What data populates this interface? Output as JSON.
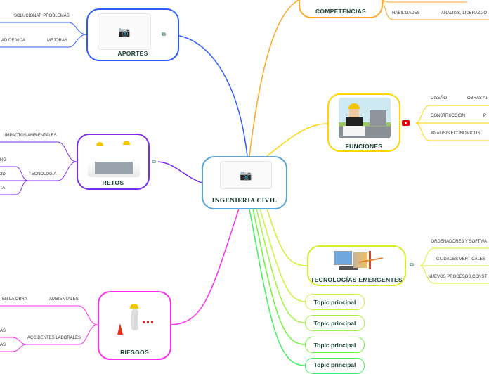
{
  "center": {
    "label": "INGENIERIA CIVIL",
    "image_icon": "camera-icon"
  },
  "colors": {
    "aportes": "#2f5cff",
    "retos": "#7a2cf0",
    "riesgos": "#ff2cf0",
    "competencias": "#ffa726",
    "funciones": "#ffd400",
    "tecnologias": "#d6ee2a",
    "topic1": "#c8f53a",
    "topic2": "#9cf53a",
    "topic3": "#6df53a",
    "topic4": "#3af55a"
  },
  "nodes": {
    "aportes": {
      "label": "APORTES",
      "children": [
        "SOLUCIONAR PROBLEMAS",
        "MEJORAS"
      ],
      "grandchildren": [
        "AD DE VIDA"
      ]
    },
    "retos": {
      "label": "RETOS",
      "children": [
        "IMPACTOS AMBIENTALES",
        "TECNOLOGIA"
      ],
      "grandchildren": [
        "NG",
        "3D",
        "TA"
      ]
    },
    "riesgos": {
      "label": "RIESGOS",
      "children": [
        "AMBIENTALES",
        "ACCIDENTES LABORALES"
      ],
      "grandchildren": [
        "EN LA OBRA",
        "AS",
        "AS"
      ]
    },
    "competencias": {
      "label": "COMPETENCIAS",
      "children": [
        "HABILIDADES"
      ],
      "grandchildren": [
        "ANALISIS, LIDERAZGO"
      ]
    },
    "funciones": {
      "label": "FUNCIONES",
      "children": [
        "DISEÑO",
        "CONSTRUCCION",
        "ANALISIS ECONOMICOS"
      ],
      "grandchildren": [
        "OBRAS AI",
        "P"
      ]
    },
    "tecnologias": {
      "label": "TECNOLOGÍAS EMERGENTES",
      "children": [
        "ORDENADORES Y SOFTWA",
        "CIUDADES VERTICALES",
        "NUEVOS PROCESOS CONST"
      ]
    }
  },
  "topics": [
    "Topic principal",
    "Topic principal",
    "Topic principal",
    "Topic principal"
  ]
}
